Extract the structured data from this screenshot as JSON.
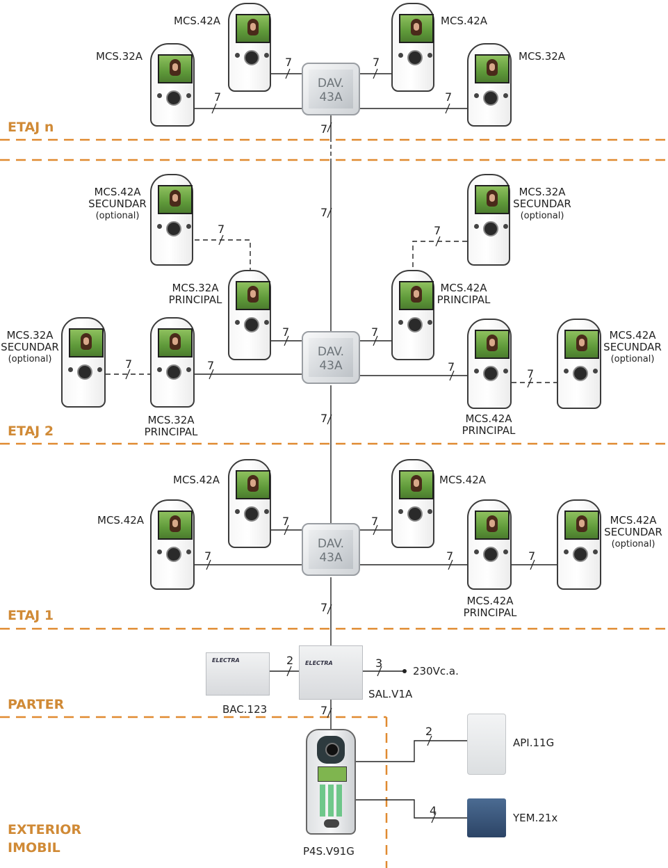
{
  "floors": [
    {
      "id": "etaj-n",
      "label": "ETAJ n"
    },
    {
      "id": "etaj-2",
      "label": "ETAJ 2"
    },
    {
      "id": "etaj-1",
      "label": "ETAJ 1"
    },
    {
      "id": "parter",
      "label": "PARTER"
    },
    {
      "id": "exterior",
      "label": "EXTERIOR\nIMOBIL"
    }
  ],
  "devices": {
    "etaj_n": {
      "mon_left_top": "MCS.42A",
      "mon_left_bottom": "MCS.32A",
      "mon_right_top": "MCS.42A",
      "mon_right_bottom": "MCS.32A",
      "dav": "DAV.\n43A"
    },
    "etaj_2": {
      "sec_upper_left": {
        "model": "MCS.42A",
        "role": "SECUNDAR",
        "note": "(optional)"
      },
      "sec_upper_right": {
        "model": "MCS.32A",
        "role": "SECUNDAR",
        "note": "(optional)"
      },
      "prin_upper_left": {
        "model": "MCS.32A",
        "role": "PRINCIPAL"
      },
      "prin_upper_right": {
        "model": "MCS.42A",
        "role": "PRINCIPAL"
      },
      "sec_far_left": {
        "model": "MCS.32A",
        "role": "SECUNDAR",
        "note": "(optional)"
      },
      "prin_lower_left": {
        "model": "MCS.32A",
        "role": "PRINCIPAL"
      },
      "prin_lower_right": {
        "model": "MCS.42A",
        "role": "PRINCIPAL"
      },
      "sec_far_right": {
        "model": "MCS.42A",
        "role": "SECUNDAR",
        "note": "(optional)"
      },
      "dav": "DAV.\n43A"
    },
    "etaj_1": {
      "mon_left_top": "MCS.42A",
      "mon_left_bottom": "MCS.42A",
      "mon_right_top": "MCS.42A",
      "prin_right": {
        "model": "MCS.42A",
        "role": "PRINCIPAL"
      },
      "sec_far_right": {
        "model": "MCS.42A",
        "role": "SECUNDAR",
        "note": "(optional)"
      },
      "dav": "DAV.\n43A"
    },
    "parter": {
      "bac": "BAC.123",
      "sal": "SAL.V1A",
      "supply": "230Vc.a.",
      "brand": "ELECTRA"
    },
    "exterior": {
      "panel": "P4S.V91G",
      "api": "API.11G",
      "yem": "YEM.21x"
    }
  },
  "wire_counts": {
    "seven": "7",
    "two": "2",
    "three": "3",
    "four": "4"
  },
  "colors": {
    "floor_label": "#d08a36",
    "dashed_separator": "#e08a30",
    "wire": "#222222",
    "screen_green": "#6da543"
  }
}
